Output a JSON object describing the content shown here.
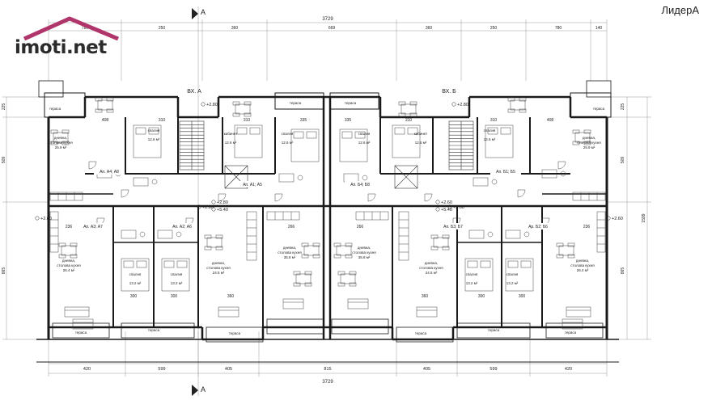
{
  "brand": {
    "name": "imoti.net",
    "roof_color": "#b0356a"
  },
  "builder": "ЛидерА",
  "section_markers": [
    "A",
    "A"
  ],
  "entrances": [
    "ВХ. А",
    "ВХ. Б"
  ],
  "overall_width": "3729",
  "top_dims": [
    "780",
    "250",
    "360",
    "669",
    "360",
    "250",
    "780",
    "140"
  ],
  "bottom_dims": [
    "420",
    "599",
    "405",
    "815",
    "405",
    "599",
    "420"
  ],
  "left_dims": [
    "225",
    "509",
    "865"
  ],
  "right_dims": [
    "225",
    "509",
    "865",
    "1599"
  ],
  "levels": [
    "+2.80",
    "+2.80",
    "+2.80",
    "+2.80",
    "+2.60",
    "+2.60",
    "+5.40",
    "+5.40",
    "+2.80",
    "+2.60"
  ],
  "rooms": [
    {
      "name": "тераса"
    },
    {
      "name": "тераса"
    },
    {
      "name": "тераса"
    },
    {
      "name": "тераса"
    },
    {
      "name": "дневна, столова кухня",
      "area": "25.9 м²"
    },
    {
      "name": "спалня",
      "area": "12.6 м²"
    },
    {
      "name": "кабинет",
      "area": "12.6 м²"
    },
    {
      "name": "спалня",
      "area": "12.6 м²"
    },
    {
      "name": "спалня",
      "area": "12.6 м²"
    },
    {
      "name": "кабинет",
      "area": "12.6 м²"
    },
    {
      "name": "спалня",
      "area": "12.6 м²"
    },
    {
      "name": "дневна, столова кухня",
      "area": "25.9 м²"
    },
    {
      "name": "дневна, столова кухня",
      "area": "26.4 м²"
    },
    {
      "name": "спалня",
      "area": "13.2 м²"
    },
    {
      "name": "спалня",
      "area": "13.2 м²"
    },
    {
      "name": "дневна, столова кухня",
      "area": "24.5 м²"
    },
    {
      "name": "дневна, столова кухня",
      "area": "35.8 м²"
    },
    {
      "name": "дневна, столова кухня",
      "area": "35.8 м²"
    },
    {
      "name": "дневна, столова кухня",
      "area": "24.5 м²"
    },
    {
      "name": "спалня",
      "area": "13.2 м²"
    },
    {
      "name": "спалня",
      "area": "13.2 м²"
    },
    {
      "name": "дневна, столова кухня",
      "area": "26.4 м²"
    },
    {
      "name": "тераса"
    },
    {
      "name": "тераса"
    },
    {
      "name": "тераса"
    },
    {
      "name": "тераса"
    },
    {
      "name": "тераса"
    },
    {
      "name": "тераса"
    }
  ],
  "apartments": [
    "Ап. А4; А8",
    "Ап. А1; А5",
    "Ап. Б4; Б8",
    "Ап. Б1; Б5",
    "Ап. А3; А7",
    "Ап. А2; А6",
    "Ап. Б3; Б7",
    "Ap. Б2; Б6"
  ],
  "interior_dims": [
    "408",
    "310",
    "310",
    "335",
    "335",
    "310",
    "310",
    "408",
    "236",
    "300",
    "300",
    "360",
    "266",
    "266",
    "360",
    "300",
    "300",
    "236"
  ]
}
